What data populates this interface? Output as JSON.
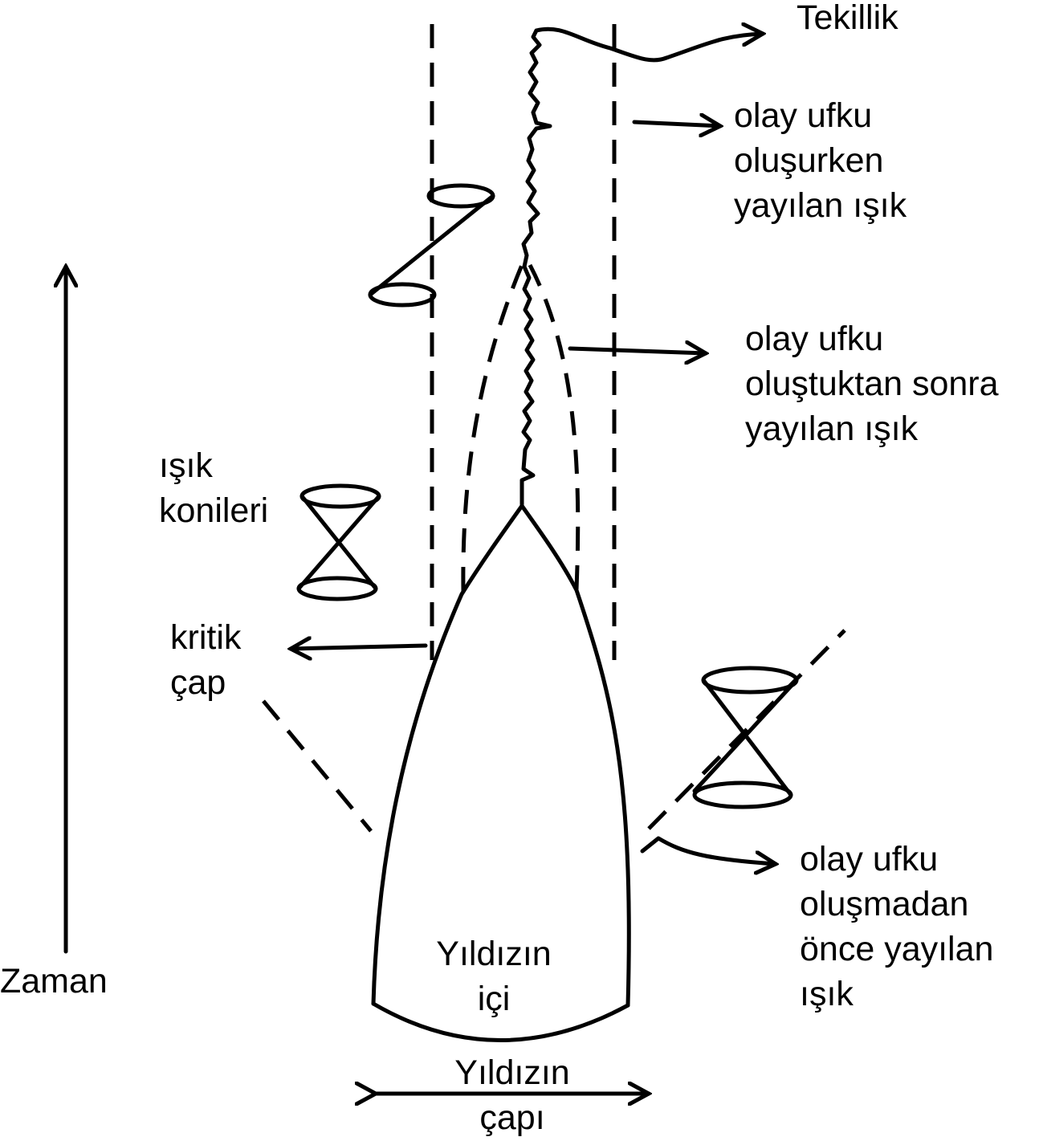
{
  "labels": {
    "singularity": "Tekillik",
    "horizon_forming": [
      "olay ufku",
      "oluşurken",
      "yayılan ışık"
    ],
    "horizon_after": [
      "olay ufku",
      "oluştuktan sonra",
      "yayılan ışık"
    ],
    "light_cones": [
      "ışık",
      "konileri"
    ],
    "critical_diameter": [
      "kritik",
      "çap"
    ],
    "horizon_before": [
      "olay ufku",
      "oluşmadan",
      "önce yayılan",
      "ışık"
    ],
    "star_interior": [
      "Yıldızın",
      "içi"
    ],
    "star_diameter": [
      "Yıldızın",
      "çapı"
    ],
    "time_axis": "Zaman"
  },
  "colors": {
    "stroke": "#000000",
    "background": "#ffffff"
  }
}
